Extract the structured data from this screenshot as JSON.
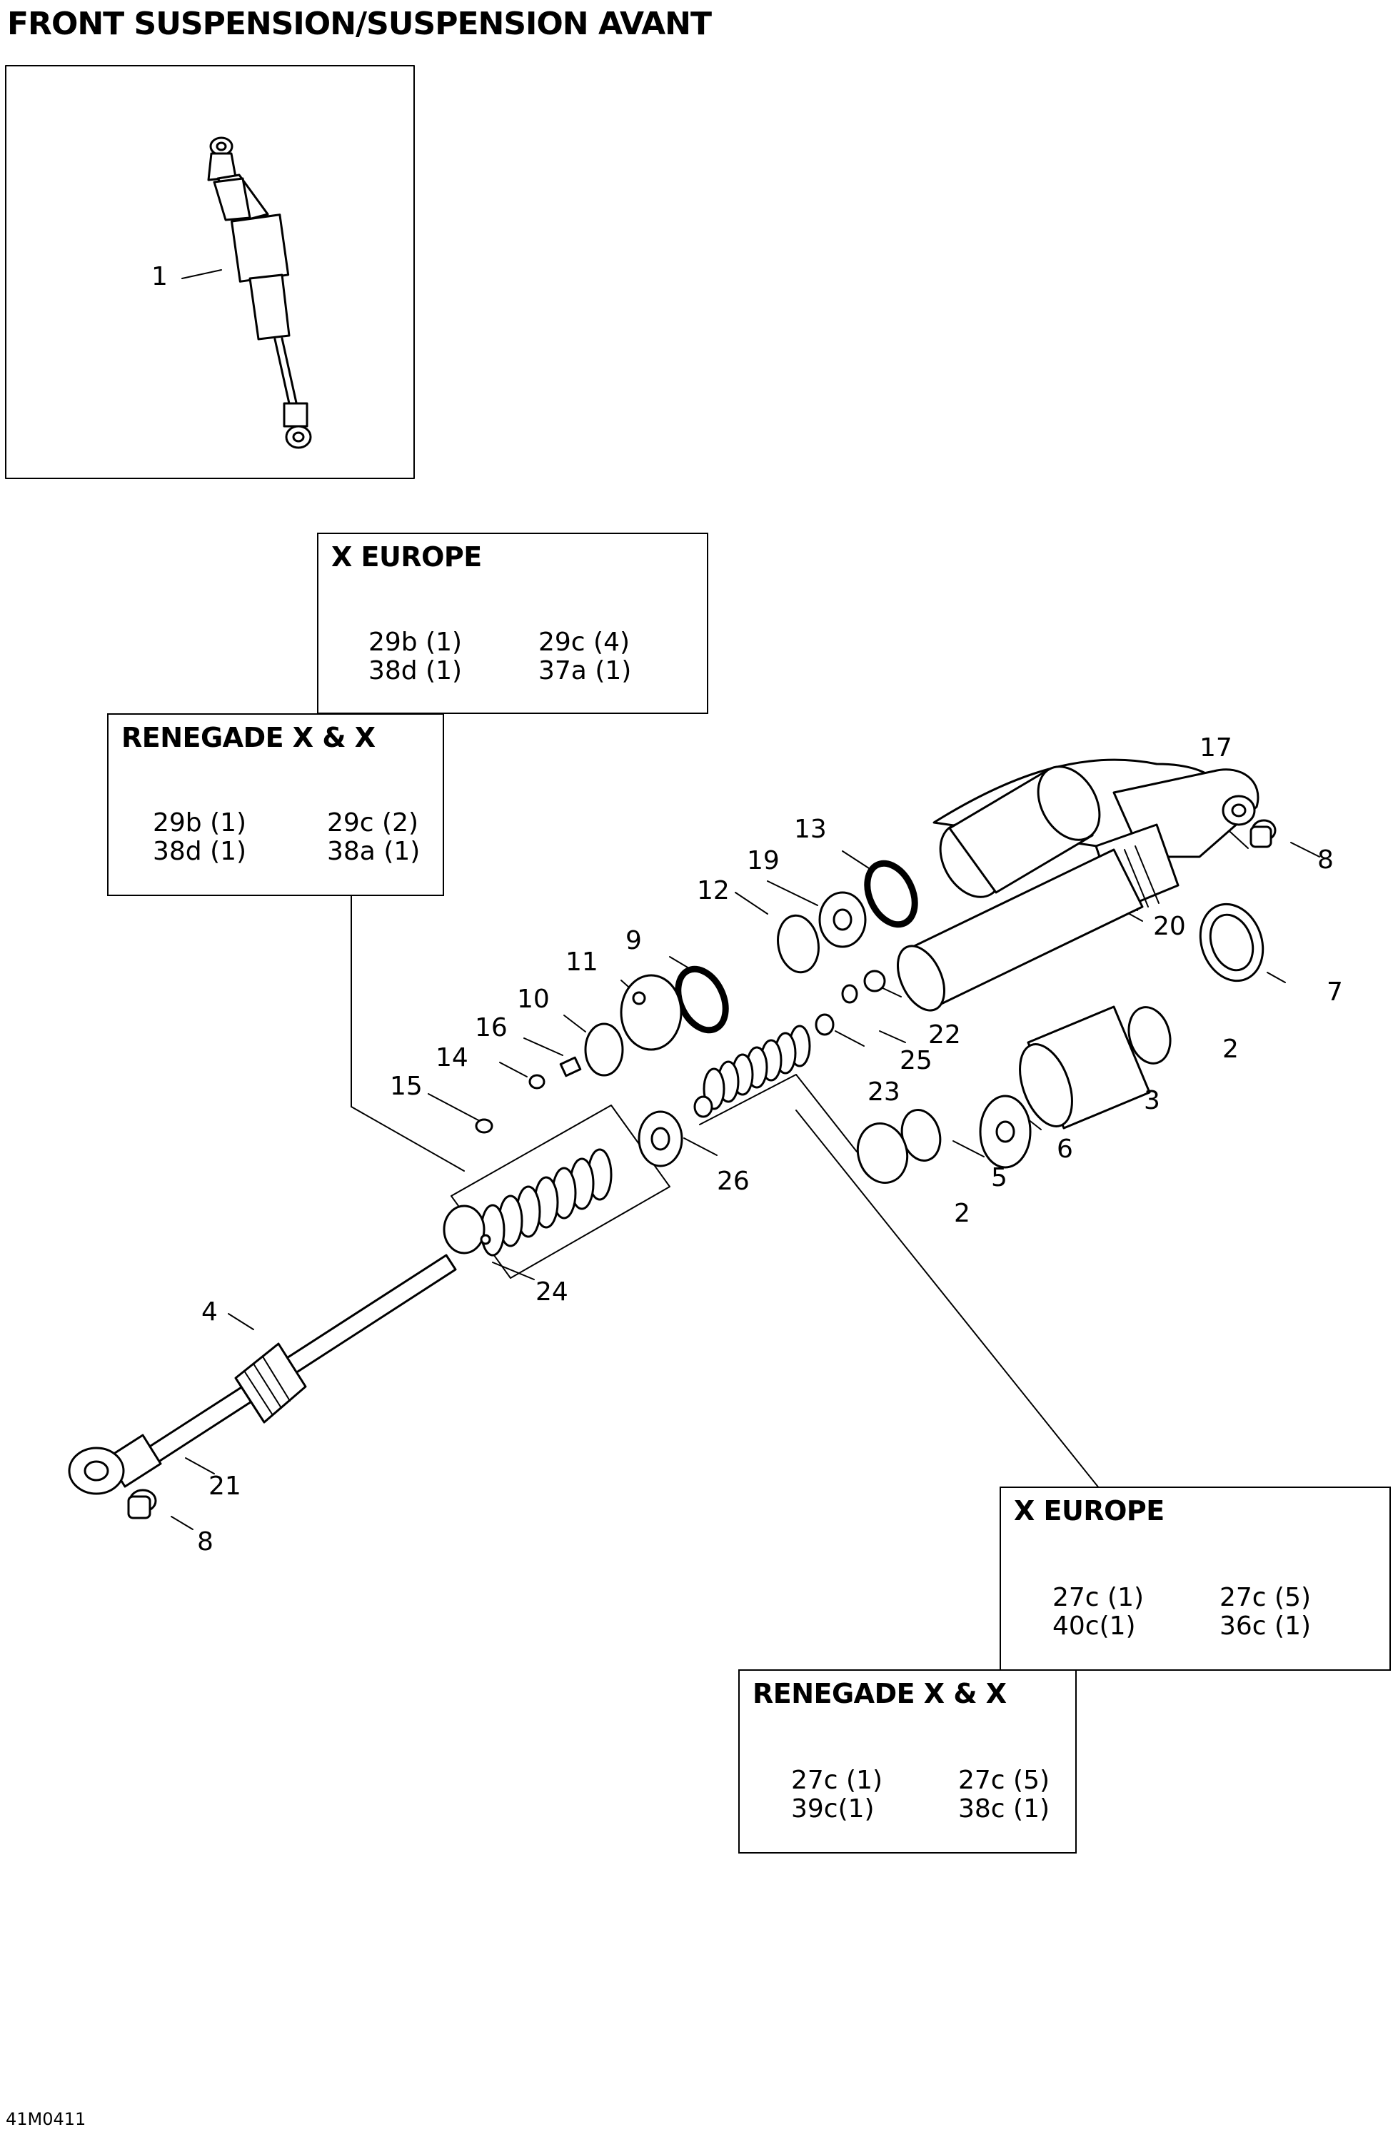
{
  "title": "FRONT SUSPENSION/SUSPENSION AVANT",
  "drawing_code": "41M0411",
  "callouts": [
    "1",
    "2",
    "3",
    "4",
    "5",
    "6",
    "7",
    "8",
    "9",
    "10",
    "11",
    "12",
    "13",
    "14",
    "15",
    "16",
    "17",
    "19",
    "20",
    "21",
    "22",
    "23",
    "24",
    "25",
    "26"
  ],
  "tables": {
    "x_europe_top": {
      "heading": "X EUROPE",
      "rows": [
        [
          "29b (1)",
          "29c (4)"
        ],
        [
          "38d (1)",
          "37a (1)"
        ]
      ]
    },
    "renegade_top": {
      "heading": "RENEGADE X & X",
      "rows": [
        [
          "29b (1)",
          "29c (2)"
        ],
        [
          "38d (1)",
          "38a (1)"
        ]
      ]
    },
    "x_europe_bottom": {
      "heading": "X EUROPE",
      "rows": [
        [
          "27c (1)",
          "27c (5)"
        ],
        [
          "40c(1)",
          "36c (1)"
        ]
      ]
    },
    "renegade_bottom": {
      "heading": "RENEGADE X & X",
      "rows": [
        [
          "27c (1)",
          "27c (5)"
        ],
        [
          "39c(1)",
          "38c (1)"
        ]
      ]
    }
  }
}
